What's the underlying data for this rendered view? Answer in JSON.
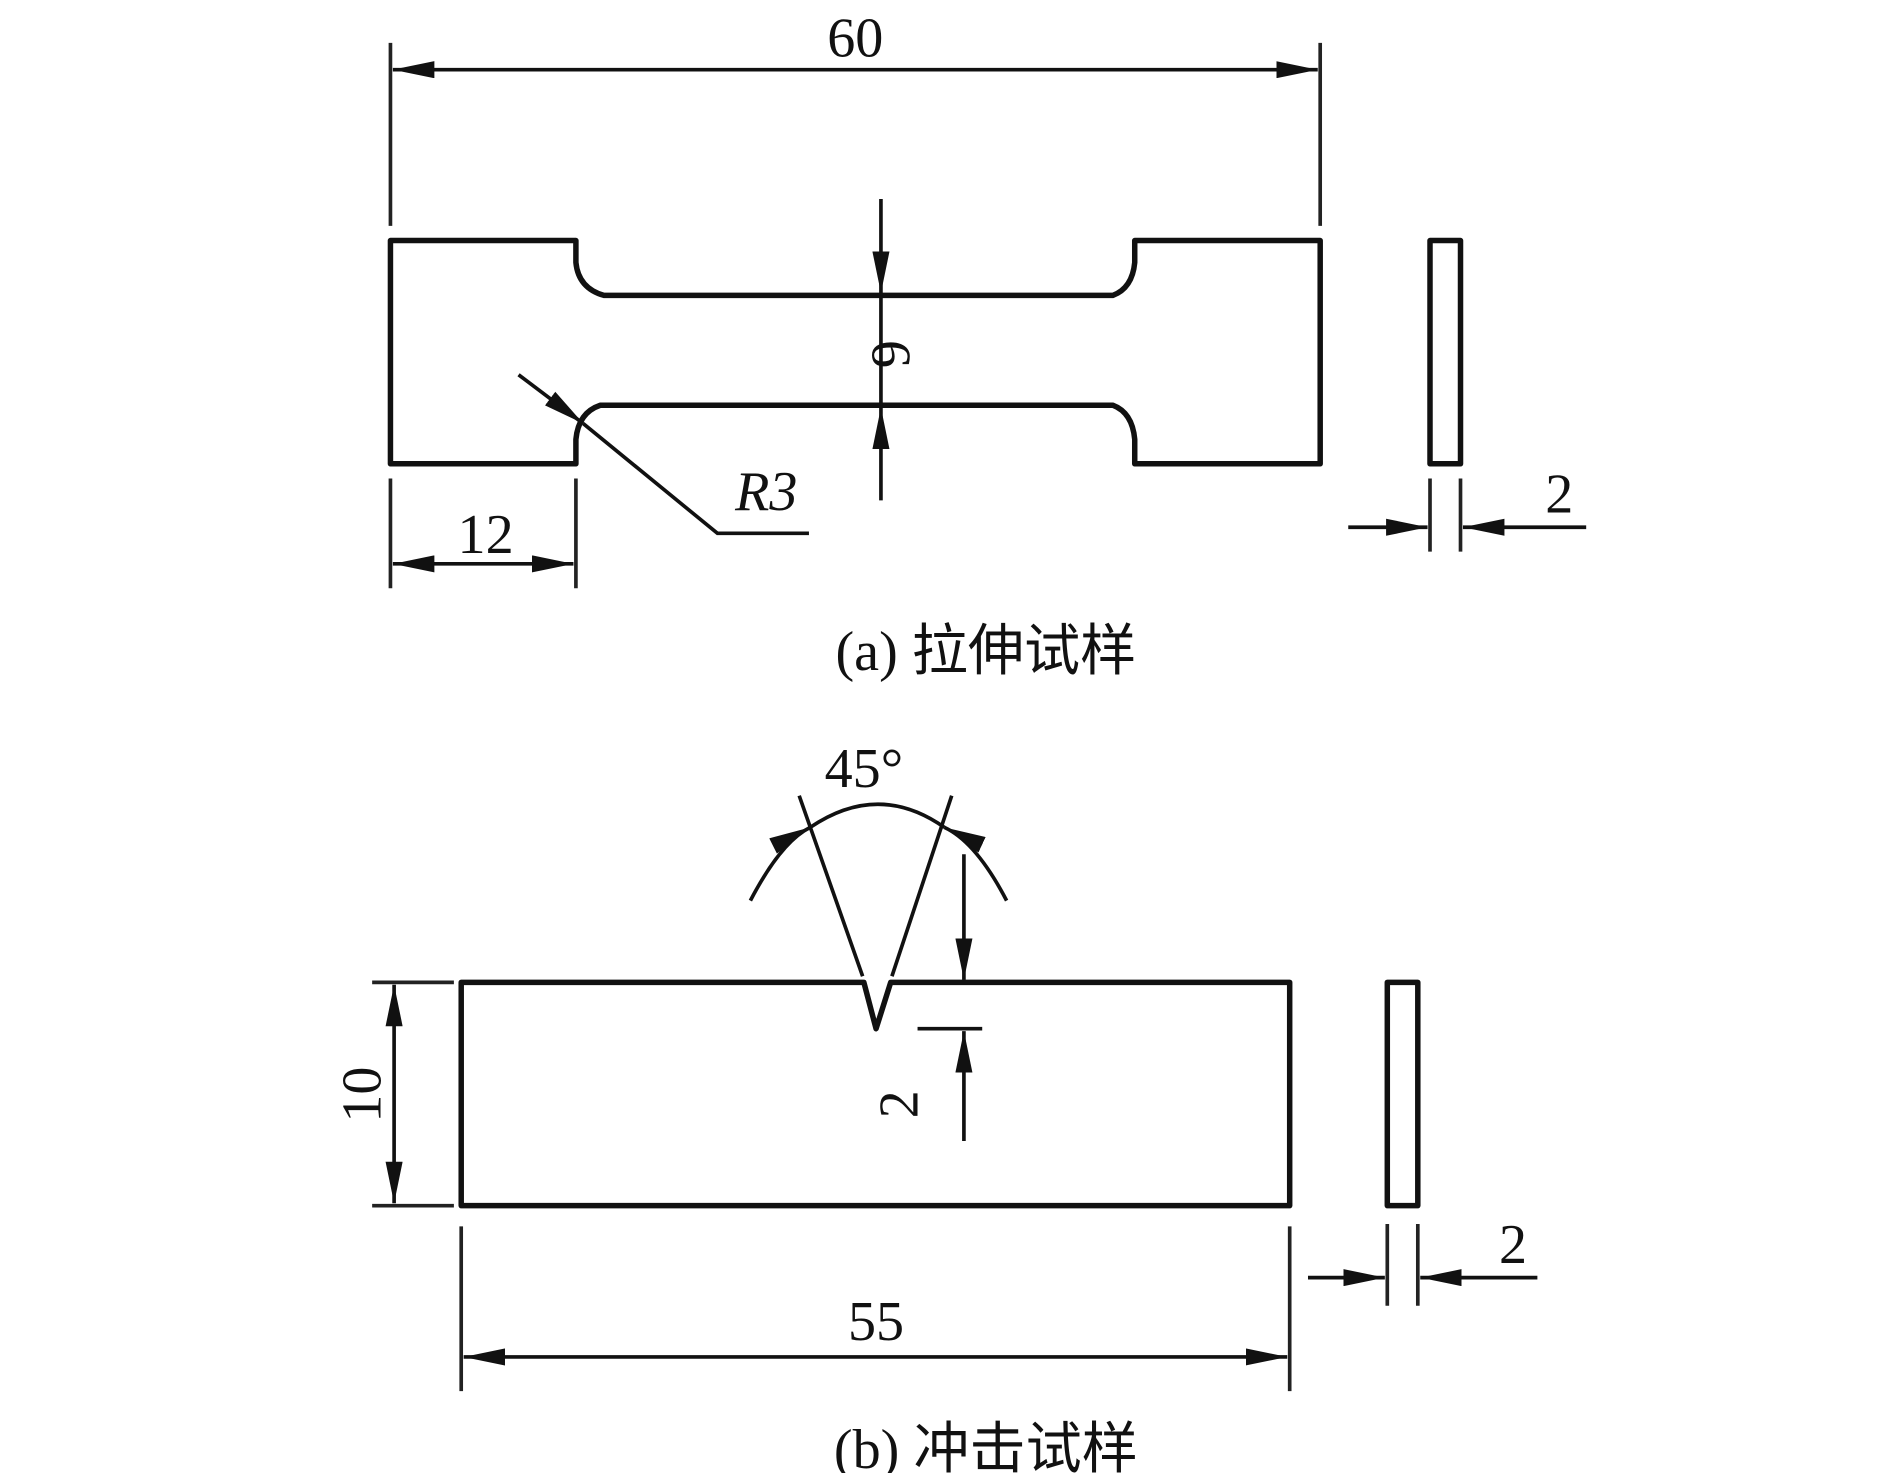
{
  "figure_a": {
    "dim_length": "60",
    "dim_width": "6",
    "dim_radius": "R3",
    "dim_grip": "12",
    "dim_thickness": "2",
    "caption": "(a) 拉伸试样"
  },
  "figure_b": {
    "dim_angle": "45°",
    "dim_notch_depth": "2",
    "dim_height": "10",
    "dim_length": "55",
    "dim_thickness": "2",
    "caption": "(b) 冲击试样"
  }
}
